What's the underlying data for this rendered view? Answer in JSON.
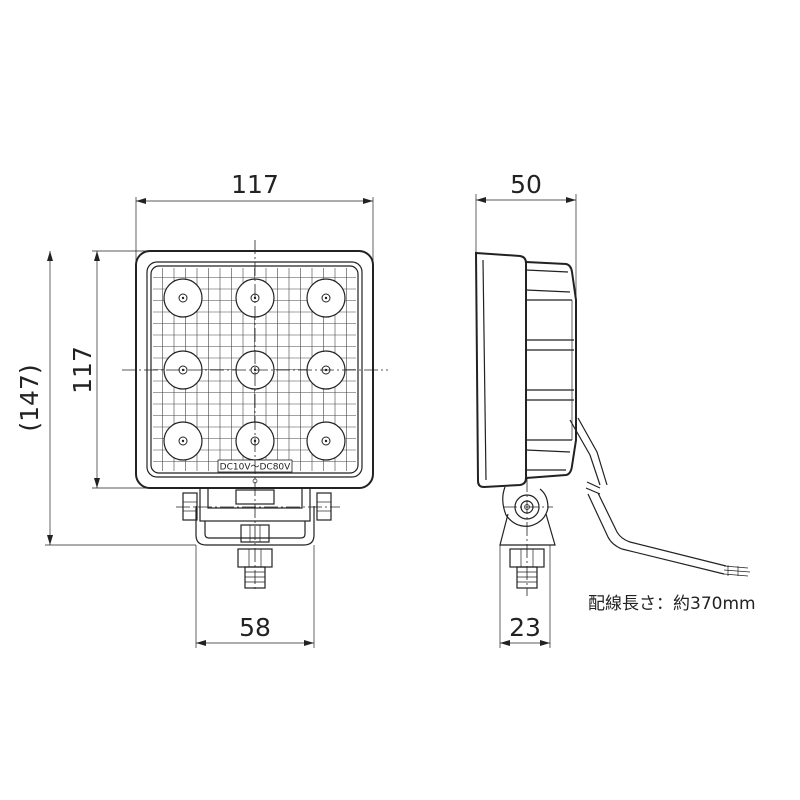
{
  "dimensions": {
    "front_width": "117",
    "front_height": "117",
    "overall_height": "(147)",
    "bracket_width": "58",
    "side_depth": "50",
    "side_bracket": "23"
  },
  "voltage_label": "DC10V～DC80V",
  "cable_note": "配線長さ：約370mm"
}
